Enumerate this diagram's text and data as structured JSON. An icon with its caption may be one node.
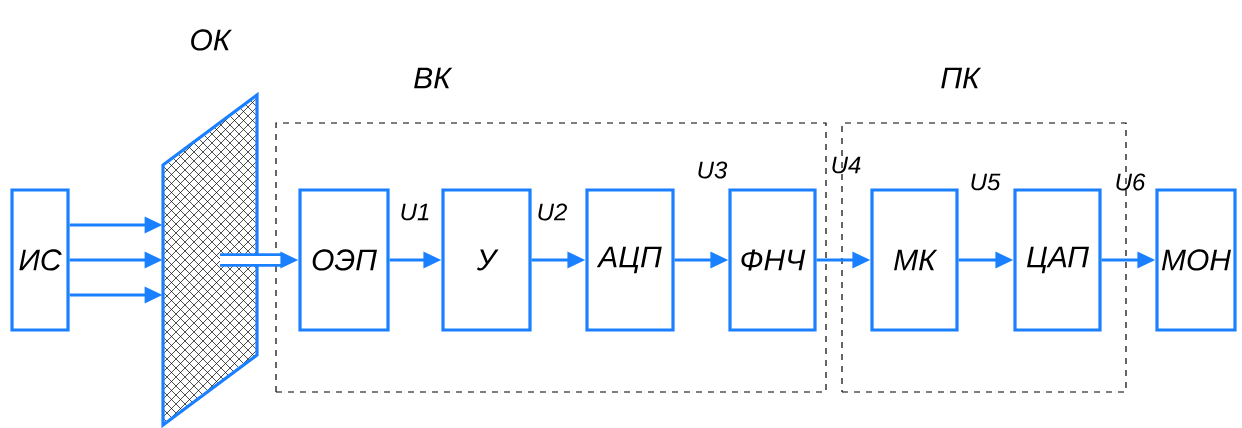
{
  "diagram": {
    "nodes": [
      {
        "text": [
          "ВК"
        ]
      },
      {
        "text": [
          "ПК"
        ]
      },
      {
        "text": [
          "ИС"
        ]
      },
      {
        "text": [
          "ОК"
        ]
      },
      {
        "text": [
          "ОЭП"
        ],
        "in": 0
      },
      {
        "text": [
          "У"
        ],
        "in": 0
      },
      {
        "text": [
          "АЦП"
        ],
        "in": 0
      },
      {
        "text": [
          "ФНЧ"
        ],
        "in": 0
      },
      {
        "text": [
          "МК"
        ],
        "in": 1
      },
      {
        "text": [
          "ЦАП"
        ],
        "in": 1
      },
      {
        "text": [
          "МОН"
        ]
      }
    ],
    "edges": [
      {
        "from": 2,
        "to": 3,
        "arrow": "to"
      },
      {
        "from": 2,
        "to": 3,
        "arrow": "to"
      },
      {
        "from": 2,
        "to": 3,
        "arrow": "to"
      },
      {
        "from": 3,
        "to": 4,
        "arrow": "to",
        "style": "thick"
      },
      {
        "from": 4,
        "to": 5,
        "arrow": "to",
        "label": "U1"
      },
      {
        "from": 5,
        "to": 6,
        "arrow": "to",
        "label": "U2"
      },
      {
        "from": 6,
        "to": 7,
        "arrow": "to",
        "label": "U3"
      },
      {
        "from": 7,
        "to": 8,
        "arrow": "to",
        "label": "U4"
      },
      {
        "from": 8,
        "to": 9,
        "arrow": "to",
        "label": "U5"
      },
      {
        "from": 9,
        "to": 10,
        "arrow": "to",
        "label": "U6"
      }
    ]
  }
}
